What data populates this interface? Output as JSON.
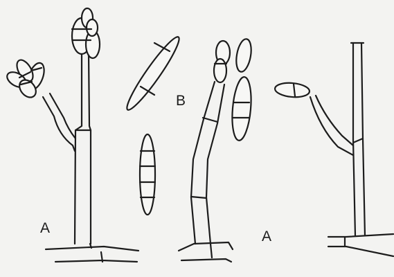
{
  "figure": {
    "labels": {
      "conidiophore_left": "A",
      "spores": "B",
      "conidiophore_right": "A"
    },
    "colors": {
      "ink": "#1c1c1c",
      "paper": "#f3f3f1"
    }
  }
}
